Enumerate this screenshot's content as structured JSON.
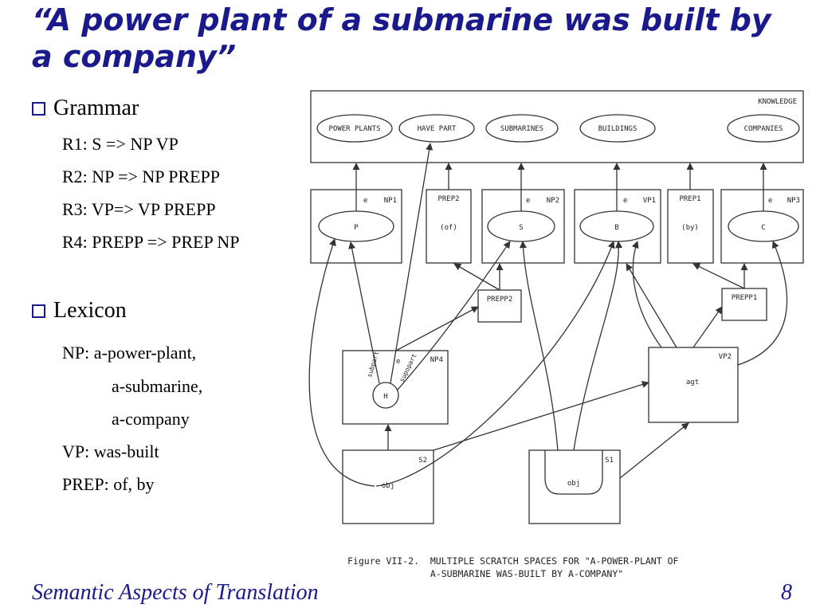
{
  "slide": {
    "title": "“A power plant of a submarine was built by a company”",
    "footer": "Semantic Aspects of Translation",
    "page_number": "8"
  },
  "grammar": {
    "heading": "Grammar",
    "rules": [
      "R1: S => NP VP",
      "R2: NP => NP PREPP",
      "R3: VP=> VP PREPP",
      "R4: PREPP => PREP NP"
    ]
  },
  "lexicon": {
    "heading": "Lexicon",
    "lines": [
      "NP: a-power-plant,",
      "a-submarine,",
      "a-company",
      "VP: was-built",
      "PREP: of, by"
    ]
  },
  "figure": {
    "knowledge_label": "KNOWLEDGE",
    "concepts": [
      "POWER PLANTS",
      "HAVE PART",
      "SUBMARINES",
      "BUILDINGS",
      "COMPANIES"
    ],
    "np1": {
      "tag": "NP1",
      "e": "e",
      "node": "P"
    },
    "prep2": {
      "tag": "PREP2",
      "word": "(of)"
    },
    "np2": {
      "tag": "NP2",
      "e": "e",
      "node": "S"
    },
    "vp1": {
      "tag": "VP1",
      "e": "e",
      "node": "B"
    },
    "prep1": {
      "tag": "PREP1",
      "word": "(by)"
    },
    "np3": {
      "tag": "NP3",
      "e": "e",
      "node": "C"
    },
    "prepp2": "PREPP2",
    "prepp1": "PREPP1",
    "np4": {
      "tag": "NP4",
      "e": "e",
      "node": "H",
      "left_label": "subpart",
      "right_label": "supopart"
    },
    "vp2": {
      "tag": "VP2",
      "role": "agt"
    },
    "s2": {
      "tag": "S2",
      "role": "obj"
    },
    "s1": {
      "tag": "S1",
      "role": "obj"
    },
    "caption": [
      "Figure VII-2.  MULTIPLE SCRATCH SPACES FOR \"A-POWER-PLANT OF",
      "               A-SUBMARINE WAS-BUILT BY A-COMPANY\""
    ]
  }
}
